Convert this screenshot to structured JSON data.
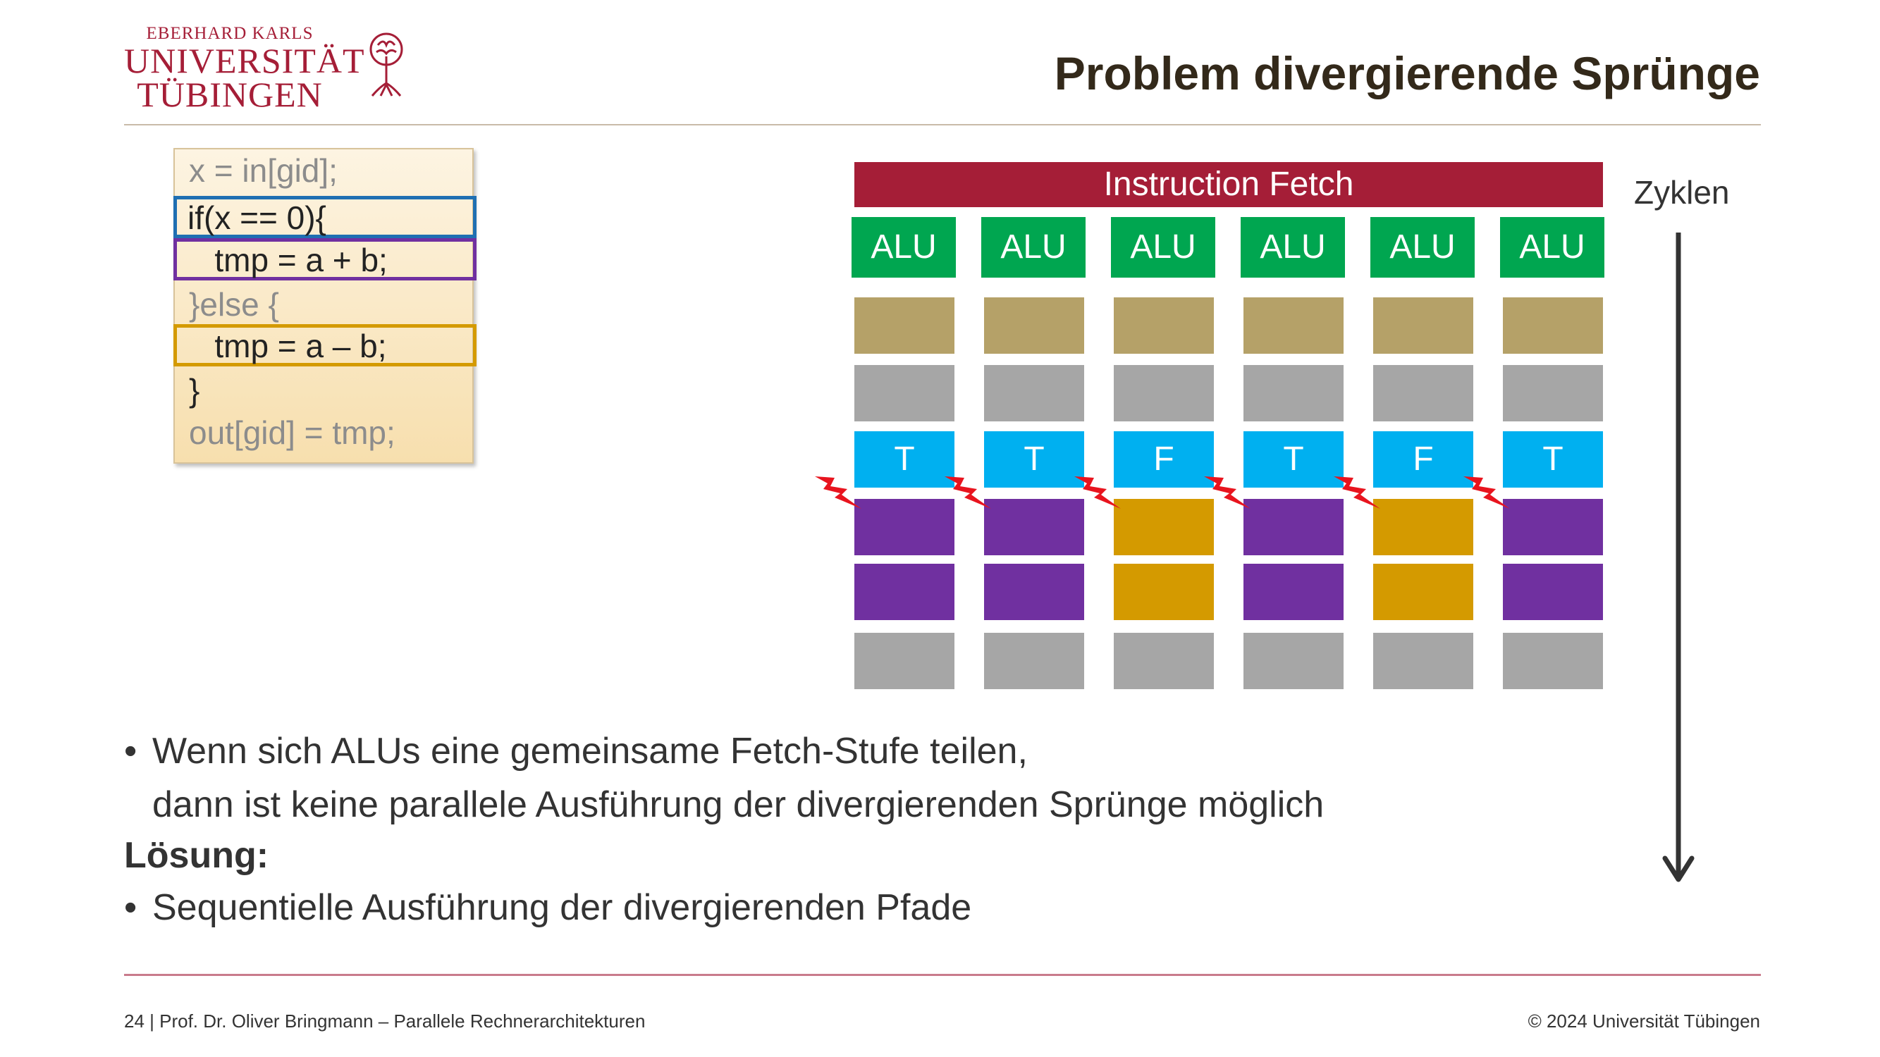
{
  "header": {
    "logo_top": "EBERHARD KARLS",
    "logo_mid": "UNIVERSITÄT",
    "logo_bot": "TÜBINGEN",
    "title": "Problem divergierende Sprünge"
  },
  "code": [
    {
      "text": "x = in[gid];",
      "color": "#8c8c8c"
    },
    {
      "text": "if(x == 0){",
      "color": "#222222",
      "border": "#1f6fb2"
    },
    {
      "text": "   tmp = a + b;",
      "color": "#222222",
      "border": "#7030a0"
    },
    {
      "text": "}else {",
      "color": "#8c8c8c"
    },
    {
      "text": "   tmp = a – b;",
      "color": "#222222",
      "border": "#d49a00"
    },
    {
      "text": "}",
      "color": "#222222"
    },
    {
      "text": "out[gid] = tmp;",
      "color": "#8c8c8c"
    }
  ],
  "diagram": {
    "instruction_fetch": "Instruction Fetch",
    "alu_label": "ALU",
    "cycles_label": "Zyklen",
    "branch_outcomes": [
      "T",
      "T",
      "F",
      "T",
      "F",
      "T"
    ],
    "colors": {
      "fetch": "#a51e37",
      "alu": "#00a650",
      "load": "#b5a168",
      "idle": "#a6a6a6",
      "branch": "#00b0f0",
      "if_path": "#7030a0",
      "else_path": "#d49a00",
      "bolt": "#e8141e"
    }
  },
  "text": {
    "bullet": "•",
    "line1": "Wenn sich ALUs eine gemeinsame Fetch-Stufe teilen,",
    "line2": "dann ist keine parallele Ausführung der divergierenden Sprünge möglich",
    "solution": "Lösung:",
    "line3": "Sequentielle Ausführung der divergierenden Pfade"
  },
  "footer": {
    "left": "24 | Prof. Dr. Oliver Bringmann – Parallele Rechnerarchitekturen",
    "right": "© 2024 Universität Tübingen"
  }
}
